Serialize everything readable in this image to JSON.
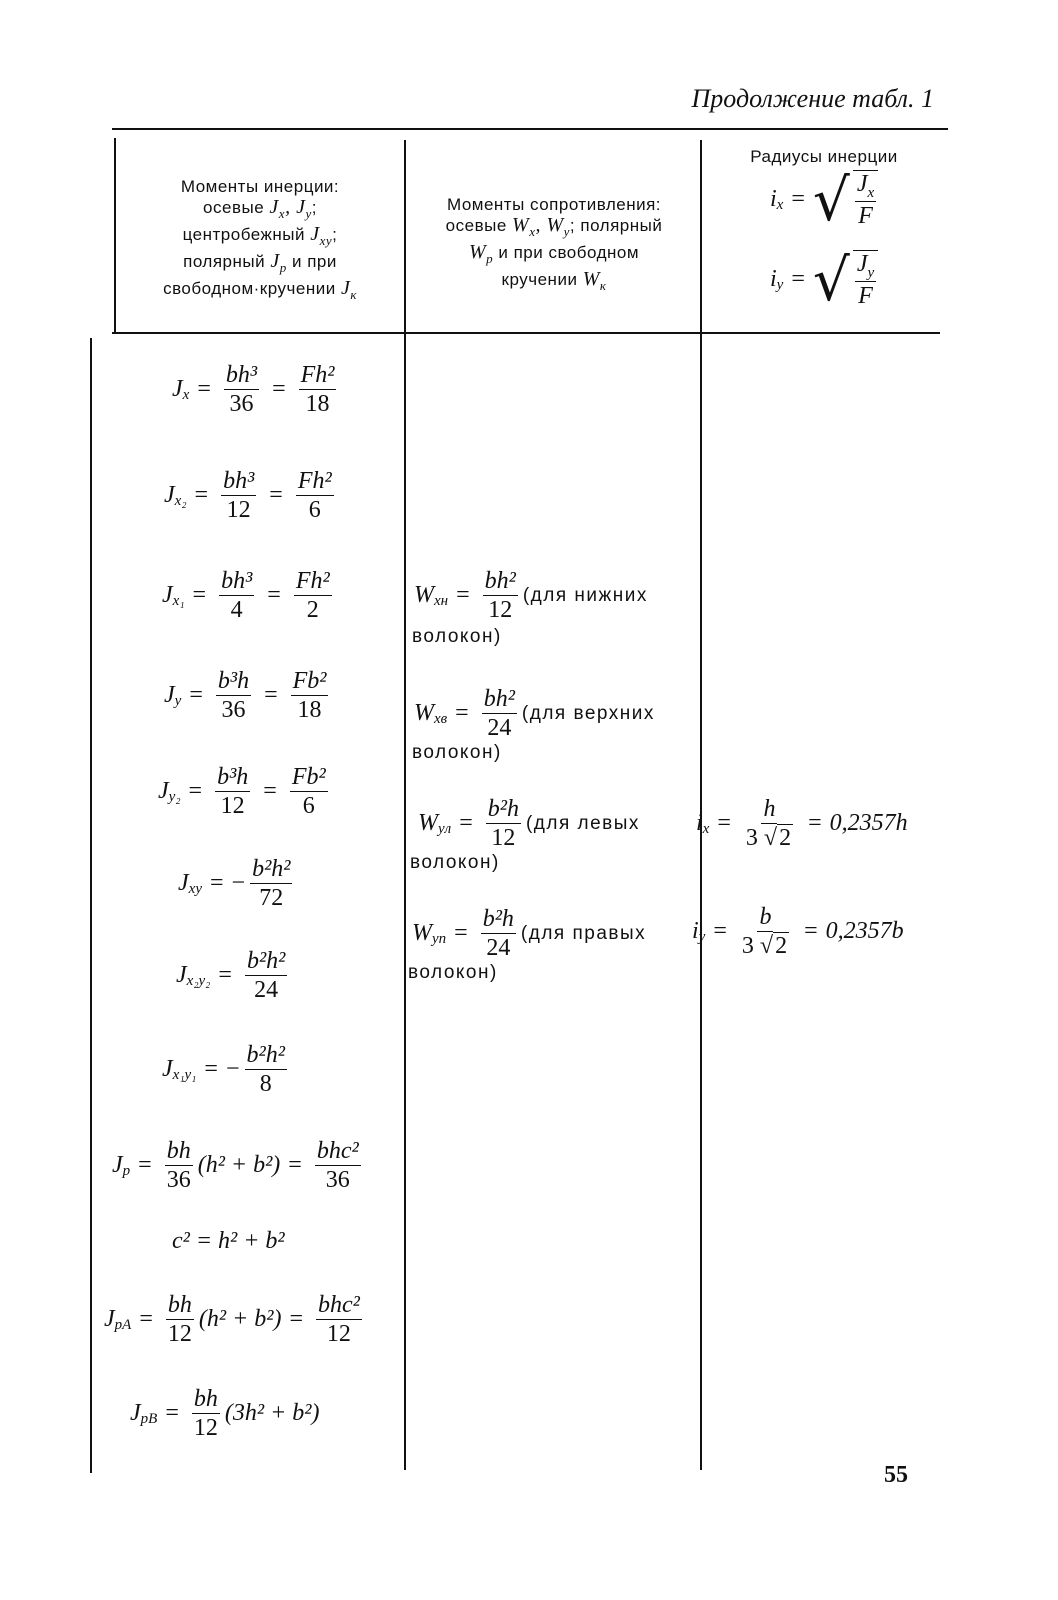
{
  "continuation_title": "Продолжение табл. 1",
  "page_number": "55",
  "headers": {
    "col1": {
      "l1": "Моменты инерции:",
      "l2": "осевые",
      "l3": "центробежный",
      "l4": "полярный",
      "l4b": "и при",
      "l5": "свободном·кручении"
    },
    "col2": {
      "l1": "Моменты сопротивления:",
      "l2a": "осевые",
      "l2b": "; полярный",
      "l3": "и при свободном",
      "l4": "кручении"
    },
    "col3": {
      "l1": "Радиусы инерции"
    }
  },
  "col1": [
    {
      "lhs": "J",
      "sub": "x",
      "n1": "bh³",
      "d1": "36",
      "n2": "Fh²",
      "d2": "18"
    },
    {
      "lhs": "J",
      "sub": "x₂",
      "n1": "bh³",
      "d1": "12",
      "n2": "Fh²",
      "d2": "6"
    },
    {
      "lhs": "J",
      "sub": "x₁",
      "n1": "bh³",
      "d1": "4",
      "n2": "Fh²",
      "d2": "2"
    },
    {
      "lhs": "J",
      "sub": "y",
      "n1": "b³h",
      "d1": "36",
      "n2": "Fb²",
      "d2": "18"
    },
    {
      "lhs": "J",
      "sub": "y₂",
      "n1": "b³h",
      "d1": "12",
      "n2": "Fb²",
      "d2": "6"
    },
    {
      "lhs": "J",
      "sub": "xy",
      "sign": "−",
      "n1": "b²h²",
      "d1": "72"
    },
    {
      "lhs": "J",
      "sub": "x₂y₂",
      "n1": "b²h²",
      "d1": "24"
    },
    {
      "lhs": "J",
      "sub": "x₁y₁",
      "sign": "−",
      "n1": "b²h²",
      "d1": "8"
    },
    {
      "lhs": "J",
      "sub": "p",
      "n1": "bh",
      "d1": "36",
      "mid": "(h² + b²)",
      "n2": "bhc²",
      "d2": "36"
    },
    {
      "text": "c² = h² + b²"
    },
    {
      "lhs": "J",
      "sub": "pA",
      "n1": "bh",
      "d1": "12",
      "mid": "(h² + b²)",
      "n2": "bhc²",
      "d2": "12"
    },
    {
      "lhs": "J",
      "sub": "pB",
      "n1": "bh",
      "d1": "12",
      "mid": "(3h² + b²)"
    }
  ],
  "col2": [
    {
      "lhs": "W",
      "sub": "xн",
      "n": "bh²",
      "d": "12",
      "note": "(для нижних",
      "cont": "волокон)"
    },
    {
      "lhs": "W",
      "sub": "xв",
      "n": "bh²",
      "d": "24",
      "note": "(для верхних",
      "cont": "волокон)"
    },
    {
      "lhs": "W",
      "sub": "yл",
      "n": "b²h",
      "d": "12",
      "note": "(для левых",
      "cont": "волокон)"
    },
    {
      "lhs": "W",
      "sub": "yп",
      "n": "b²h",
      "d": "24",
      "note": "(для правых",
      "cont": "волокон)"
    }
  ],
  "col3": [
    {
      "lhs": "i",
      "sub": "x",
      "n": "h",
      "d": "3",
      "rad": "2",
      "value": "0,2357h"
    },
    {
      "lhs": "i",
      "sub": "y",
      "n": "b",
      "d": "3",
      "rad": "2",
      "value": "0,2357b"
    }
  ],
  "col3_header_formulas": [
    {
      "lhs": "i",
      "sub": "x",
      "rn": "J",
      "rns": "x",
      "rd": "F"
    },
    {
      "lhs": "i",
      "sub": "y",
      "rn": "J",
      "rns": "y",
      "rd": "F"
    }
  ]
}
